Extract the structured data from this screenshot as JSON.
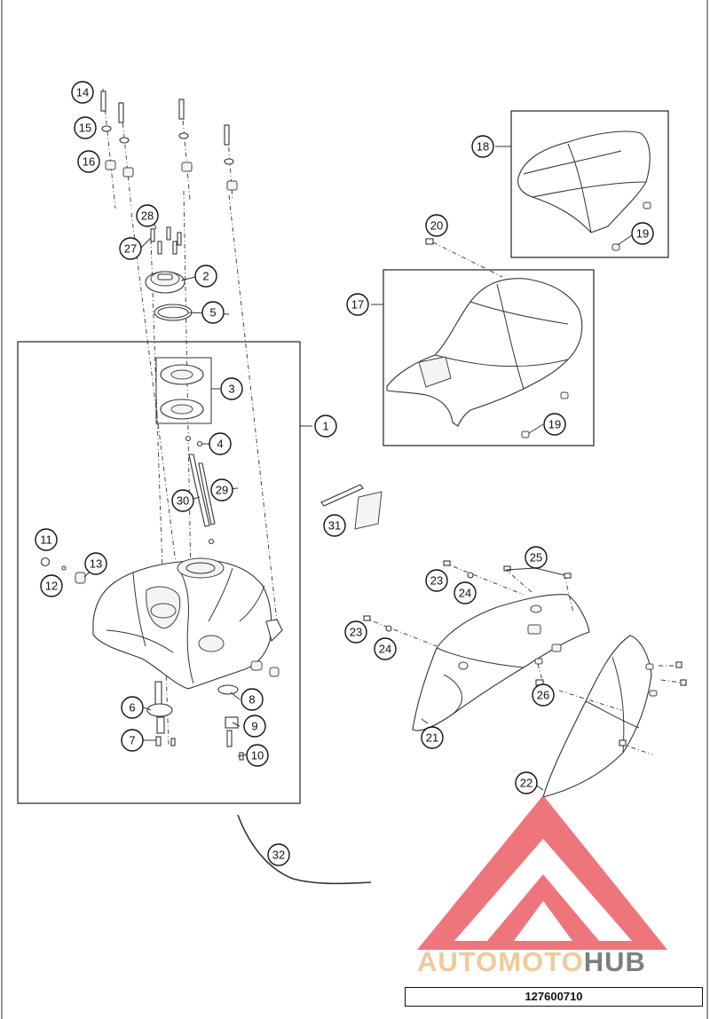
{
  "diagram": {
    "part_number": "127600710",
    "watermark": {
      "part1": "AUTO",
      "part2": "MOTO",
      "part3": "HUB"
    },
    "callouts": [
      "1",
      "2",
      "3",
      "4",
      "5",
      "6",
      "7",
      "8",
      "9",
      "10",
      "11",
      "12",
      "13",
      "14",
      "15",
      "16",
      "17",
      "18",
      "19",
      "19",
      "20",
      "21",
      "22",
      "23",
      "23",
      "24",
      "24",
      "25",
      "26",
      "27",
      "28",
      "29",
      "30",
      "31",
      "32"
    ],
    "colors": {
      "line": "#333333",
      "watermark_red": "#e8414b",
      "watermark_accent": "#f2c89a",
      "watermark_grey": "#7e7e7e"
    }
  }
}
